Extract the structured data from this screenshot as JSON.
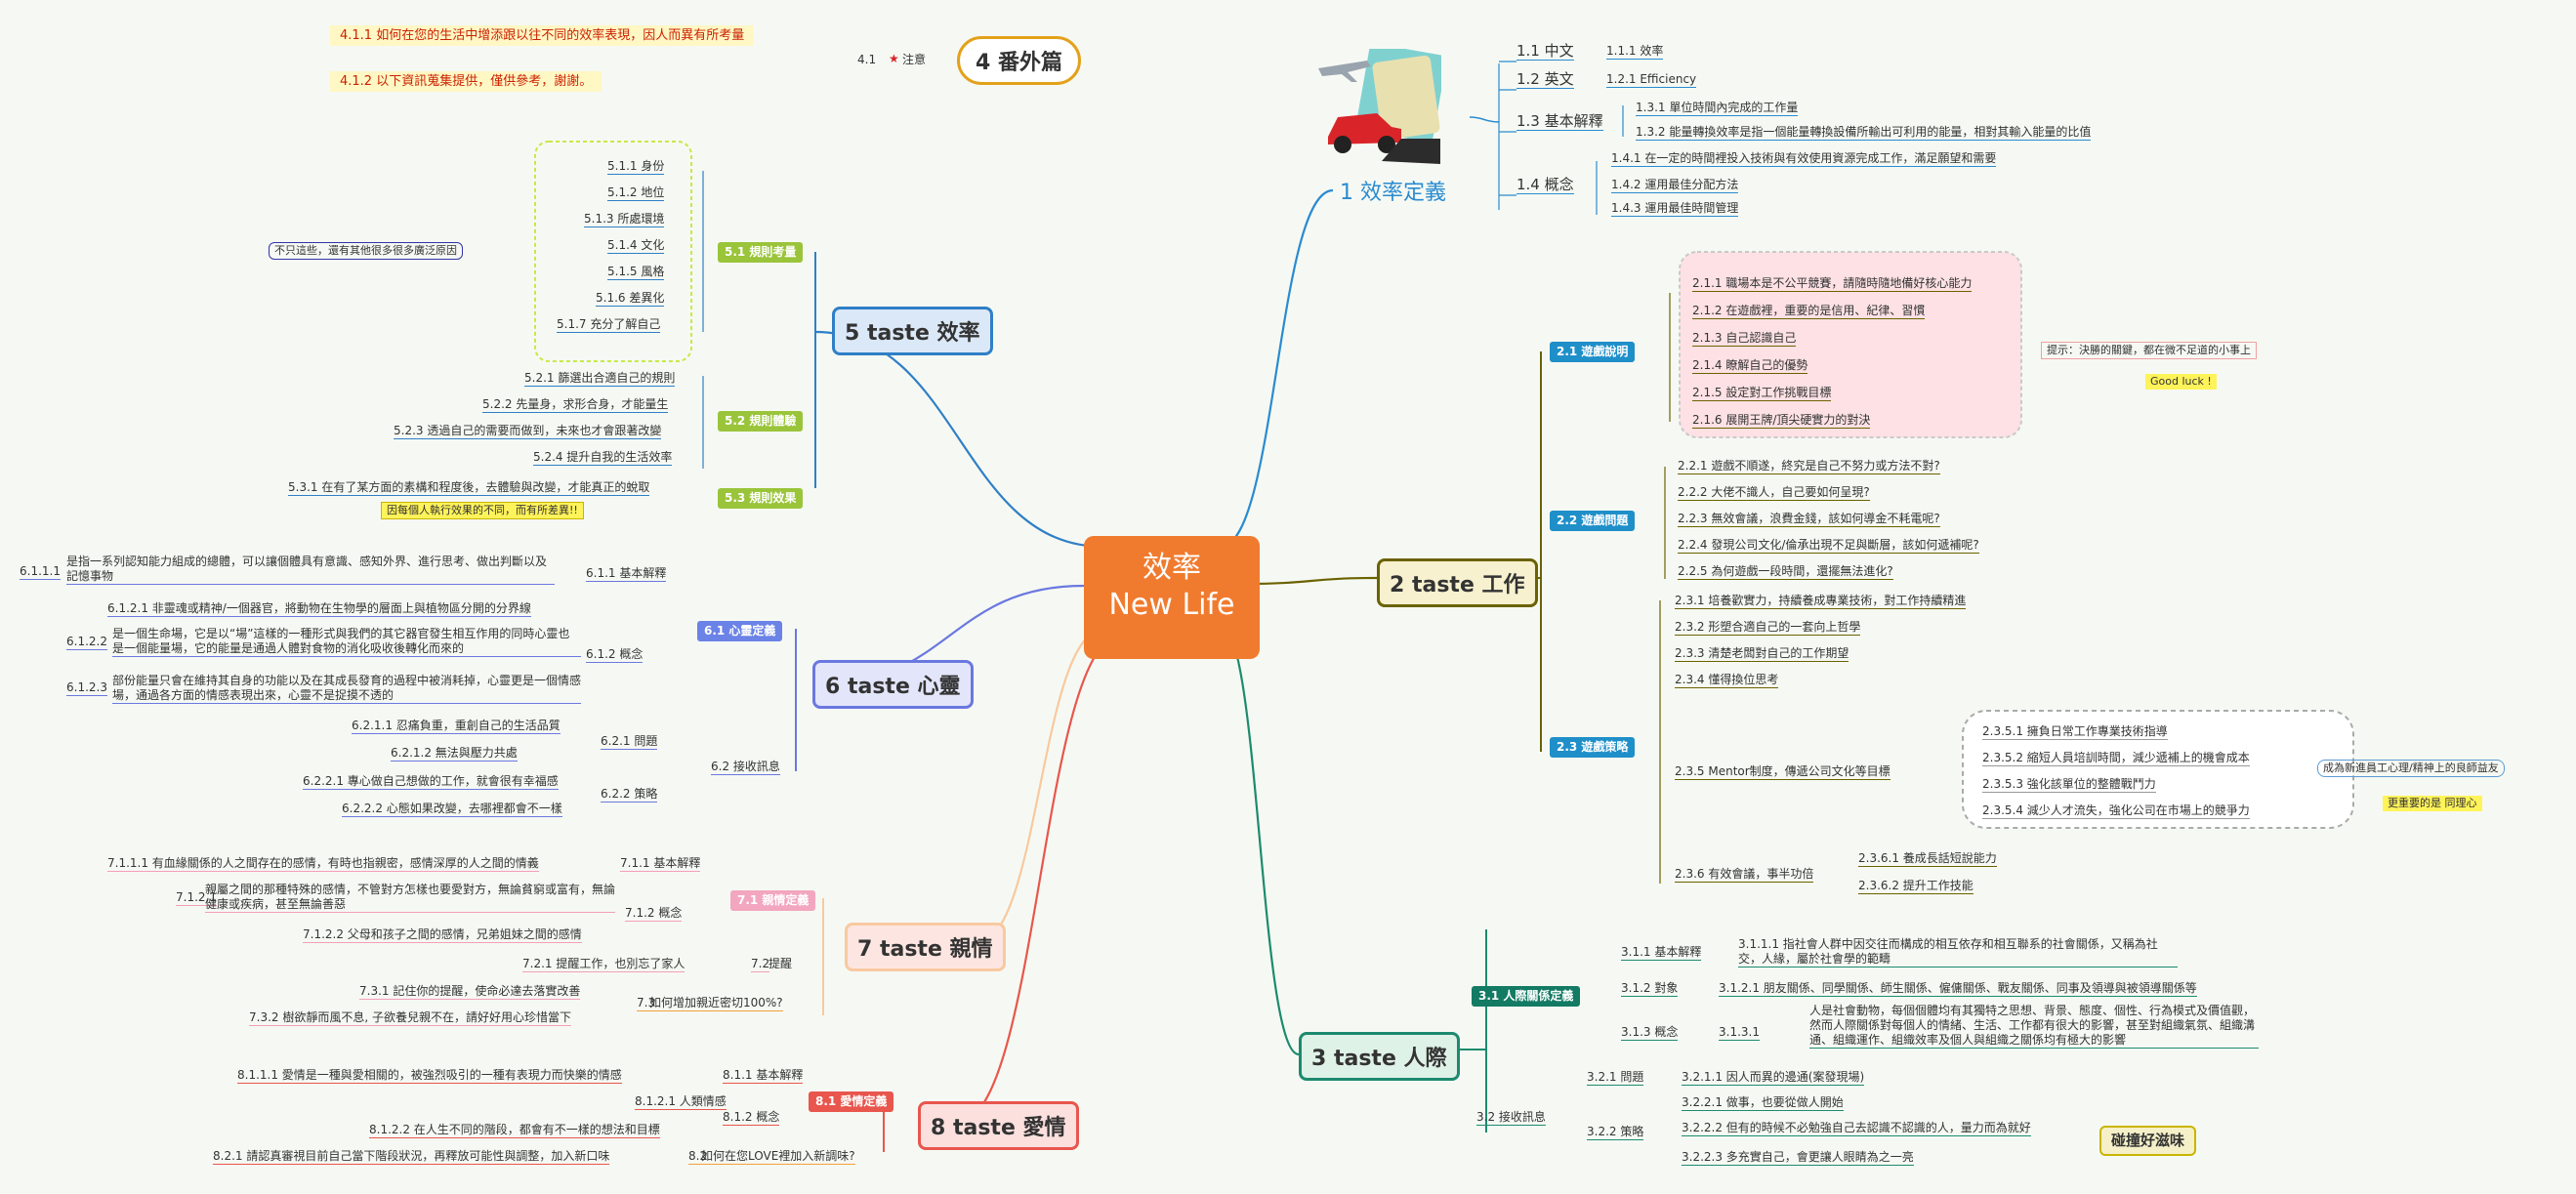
{
  "center": {
    "line1": "效率",
    "line2": "New Life"
  },
  "main": [
    "1 效率定義",
    "2 taste 工作",
    "3 taste 人際",
    "4 番外篇",
    "5 taste 效率",
    "6 taste 心靈",
    "7 taste 親情",
    "8 taste 愛情"
  ],
  "labels": [
    "2.1 遊戲說明",
    "2.2 遊戲問題",
    "2.3 遊戲策略",
    "3.1 人際關係定義",
    "5.1 規則考量",
    "5.2 規則體驗",
    "5.3 規則效果",
    "6.1 心靈定義",
    "7.1 親情定義",
    "8.1 愛情定義"
  ],
  "nodes": [
    "1.1 中文",
    "1.1.1 效率",
    "1.2 英文",
    "1.2.1 Efficiency",
    "1.3 基本解釋",
    "1.3.1 單位時間內完成的工作量",
    "1.3.2 能量轉換效率是指一個能量轉換設備所輸出可利用的能量，相對其輸入能量的比值",
    "1.4 概念",
    "1.4.1 在一定的時間裡投入技術與有效使用資源完成工作，滿足願望和需要",
    "1.4.2 運用最佳分配方法",
    "1.4.3 運用最佳時間管理",
    "2.1.1 職場本是不公平競賽，請隨時隨地備好核心能力",
    "2.1.2 在遊戲裡，重要的是信用、紀律、習慣",
    "2.1.3 自己認識自己",
    "2.1.4 瞭解自己的優勢",
    "2.1.5 設定對工作挑戰目標",
    "2.1.6 展開王牌/頂尖硬實力的對決",
    "提示：決勝的關鍵，都在微不足道的小事上",
    "Good luck !",
    "2.2.1 遊戲不順遂，終究是自己不努力或方法不對?",
    "2.2.2 大佬不識人，自己要如何呈現?",
    "2.2.3 無效會議，浪費金錢，該如何導金不耗電呢?",
    "2.2.4 發現公司文化/倫承出現不足與斷層，該如何遞補呢?",
    "2.2.5 為何遊戲一段時間，還擺無法進化?",
    "2.3.1 培養歡實力，持續養成專業技術，對工作持續精進",
    "2.3.2 形塑合適自己的一套向上哲學",
    "2.3.3 清楚老闆對自己的工作期望",
    "2.3.4 懂得換位思考",
    "2.3.5 Mentor制度，傳遞公司文化等目標",
    "2.3.5.1 擁負日常工作專業技術指導",
    "2.3.5.2 縮短人員培訓時間，減少遞補上的機會成本",
    "2.3.5.3 強化該單位的整體戰鬥力",
    "2.3.5.4 減少人才流失，強化公司在市場上的競爭力",
    "成為新進員工心理/精神上的良師益友",
    "更重要的是 同理心",
    "2.3.6 有效會議，事半功倍",
    "2.3.6.1 養成長話短說能力",
    "2.3.6.2 提升工作技能",
    "3.1.1 基本解釋",
    "3.1.1.1 指社會人群中因交往而構成的相互依存和相互聯系的社會關係，又稱為社交，人緣，屬於社會學的範疇",
    "3.1.2 對象",
    "3.1.2.1 朋友關係、同學關係、師生關係、僱傭關係、戰友關係、同事及領導與被領導關係等",
    "3.1.3 概念",
    "3.1.3.1",
    "人是社會動物，每個個體均有其獨特之思想、背景、態度、個性、行為模式及價值觀，然而人際關係對每個人的情緒、生活、工作都有很大的影響，甚至對組織氣氛、組織溝通、組織運作、組織效率及個人與組織之關係均有極大的影響",
    "3.2 接收訊息",
    "3.2.1 問題",
    "3.2.1.1 因人而異的邊通(案發現場)",
    "3.2.2 策略",
    "3.2.2.1 做事，也要從做人開始",
    "3.2.2.2 但有的時候不必勉強自己去認識不認識的人，量力而為就好",
    "3.2.2.3 多充實自己，會更讓人眼睛為之一亮",
    "碰撞好滋味",
    "4.1.1 如何在您的生活中增添跟以往不同的效率表現，因人而異有所考量",
    "4.1.2 以下資訊蒐集提供，僅供參考，謝謝。",
    "4.1",
    "注意",
    "5.1.1 身份",
    "5.1.2 地位",
    "5.1.3 所處環境",
    "5.1.4 文化",
    "5.1.5 風格",
    "5.1.6 差異化",
    "5.1.7 充分了解自己",
    "不只這些，還有其他很多很多廣泛原因",
    "5.2.1 篩選出合適自己的規則",
    "5.2.2 先量身，求形合身，才能量生",
    "5.2.3 透過自己的需要而做到，未來也才會跟著改變",
    "5.2.4 提升自我的生活效率",
    "5.3.1 在有了某方面的素構和程度後，去體驗與改變，才能真正的蛻取",
    "因每個人執行效果的不同，而有所差異!!",
    "6.1.1 基本解釋",
    "6.1.1.1",
    "是指一系列認知能力組成的總體，可以讓個體具有意識、感知外界、進行思考、做出判斷以及記憶事物",
    "6.1.2 概念",
    "6.1.2.1 非靈魂或精神/一個器官，將動物在生物學的層面上與植物區分開的分界線",
    "6.1.2.2",
    "是一個生命場，它是以“場”這樣的一種形式與我們的其它器官發生相互作用的同時心靈也是一個能量場，它的能量是通過人體對食物的消化吸收後轉化而來的",
    "6.1.2.3",
    "部份能量只會在維持其自身的功能以及在其成長發育的過程中被消耗掉，心靈更是一個情感場，通過各方面的情感表現出來，心靈不是捉摸不透的",
    "6.2 接收訊息",
    "6.2.1 問題",
    "6.2.1.1 忍痛負重，重創自己的生活品質",
    "6.2.1.2 無法與壓力共處",
    "6.2.2 策略",
    "6.2.2.1 專心做自己想做的工作，就會很有幸福感",
    "6.2.2.2 心態如果改變，去哪裡都會不一樣",
    "7.1.1 基本解釋",
    "7.1.1.1 有血緣關係的人之間存在的感情，有時也指親密，感情深厚的人之間的情義",
    "7.1.2 概念",
    "7.1.2.1",
    "親屬之間的那種特殊的感情，不管對方怎樣也要愛對方，無論貧窮或富有，無論健康或疾病，甚至無論善惡",
    "7.1.2.2 父母和孩子之間的感情，兄弟姐妹之間的感情",
    "7.2",
    "提醒",
    "7.2.1 提醒工作，也別忘了家人",
    "7.3",
    "如何增加親近密切100%?",
    "7.3.1 記住你的提醒，使命必達去落實改善",
    "7.3.2 樹欲靜而風不息, 子欲養兒親不在，請好好用心珍惜當下",
    "8.1.1 基本解釋",
    "8.1.1.1 愛情是一種與愛相關的，被強烈吸引的一種有表現力而快樂的情感",
    "8.1.2 概念",
    "8.1.2.1 人類情感",
    "8.1.2.2 在人生不同的階段，都會有不一樣的想法和目標",
    "8.2",
    "如何在您LOVE裡加入新調味?",
    "8.2.1 請認真審視目前自己當下階段狀況，再釋放可能性與調整，加入新口味"
  ],
  "colors": {
    "center": "#f07b2e",
    "efficiency": "#2a8bd0",
    "work": "#6b6200",
    "people": "#1d8a6e",
    "extra": "#e3a11b",
    "taste_eff": "#2f7fc6",
    "soul": "#6a78e0",
    "family": "#f39fb8",
    "love": "#e8564d"
  }
}
